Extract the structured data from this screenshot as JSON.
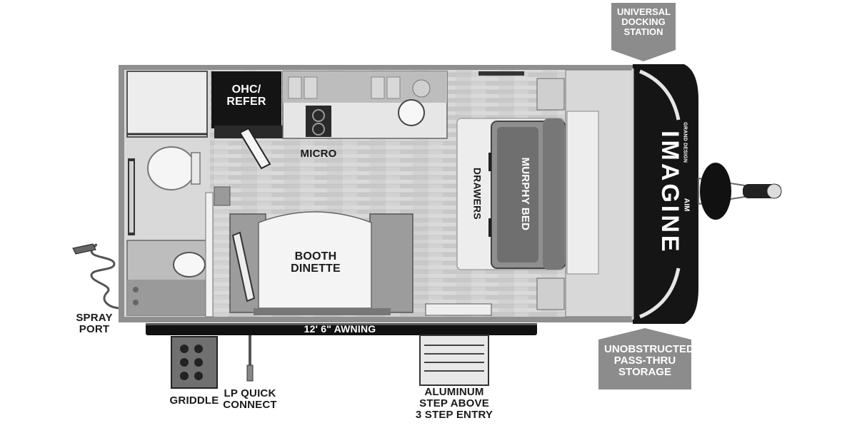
{
  "callouts": {
    "docking": [
      "UNIVERSAL",
      "DOCKING",
      "STATION"
    ],
    "storage": [
      "UNOBSTRUCTED",
      "PASS-THRU",
      "STORAGE"
    ]
  },
  "rooms": {
    "ohc_refer": [
      "OHC/",
      "REFER"
    ],
    "micro": "MICRO",
    "booth_dinette": [
      "BOOTH",
      "DINETTE"
    ],
    "drawers": "DRAWERS",
    "murphy_bed": "MURPHY BED",
    "awning": "12' 6\" AWNING"
  },
  "exterior": {
    "spray_port": [
      "SPRAY",
      "PORT"
    ],
    "griddle": "GRIDDLE",
    "lp_quick_connect": [
      "LP QUICK",
      "CONNECT"
    ],
    "entry": [
      "ALUMINUM",
      "STEP ABOVE",
      "3 STEP ENTRY"
    ]
  },
  "branding": {
    "model": "IMAGINE",
    "sub": "AIM",
    "maker": "GRAND DESIGN"
  },
  "colors": {
    "wall": "#8a8a8a",
    "floor": "#cfcfcf",
    "dark": "#1c1c1c",
    "callout": "#8c8c8c"
  }
}
